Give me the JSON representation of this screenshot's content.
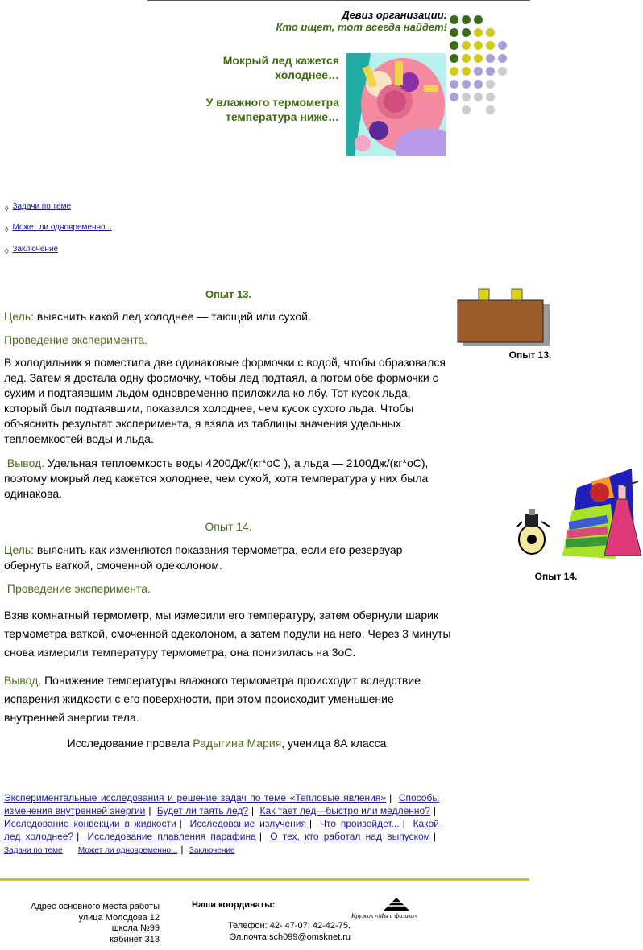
{
  "header": {
    "motto_title": "Девиз организации:",
    "motto_text": "Кто ищет, тот всегда найдет!",
    "tagline_1": "Мокрый лед кажется холоднее…",
    "tagline_2": "У влажного термометра температура ниже…"
  },
  "nav": {
    "items": [
      {
        "label": "Задачи по теме"
      },
      {
        "label": "Может ли одновременно..."
      },
      {
        "label": "Заключение"
      }
    ]
  },
  "exp13": {
    "heading": "Опыт 13.",
    "goal_label": "Цель:",
    "goal_text": " выяснить какой лед холоднее — тающий или сухой.",
    "procedure_label": "Проведение эксперимента.",
    "procedure_text": "В холодильник я поместила две одинаковые формочки с водой, чтобы образовался лед. Затем я достала одну формочку, чтобы лед подтаял, а потом обе формочки с сухим и подтаявшим льдом одновременно приложила ко лбу. Тот кусок льда, который был подтаявшим, показался холоднее, чем кусок сухого льда. Чтобы объяснить результат эксперимента, я взяла из таблицы значения удельных теплоемкостей воды и льда.",
    "conclusion_label": "Вывод.",
    "conclusion_text": " Удельная теплоемкость воды 4200Дж/(кг*оС ), а льда — 2100Дж/(кг*оС), поэтому мокрый лед кажется холоднее, чем сухой, хотя температура у них была одинакова.",
    "caption": "Опыт 13."
  },
  "exp14": {
    "heading": "Опыт 14.",
    "goal_label": "Цель:",
    "goal_text": " выяснить как изменяются показания термометра, если его резервуар обернуть ваткой, смоченной одеколоном.",
    "procedure_label": "Проведение эксперимента.",
    "procedure_text": "Взяв комнатный термометр, мы измерили его температуру, затем обернули шарик термометра ваткой, смоченной одеколоном, а затем подули на него. Через 3 минуты снова измерили температуру термометра, она понизилась на 3оС.",
    "conclusion_label": "Вывод.",
    "conclusion_text": " Понижение температуры влажного термометра происходит вследствие испарения жидкости с его поверхности, при этом происходит уменьшение внутренней энергии тела.",
    "caption": "Опыт 14."
  },
  "author": {
    "prefix": "Исследование провела ",
    "name": "Радыгина Мария",
    "suffix": ", ученица 8А класса."
  },
  "footer": {
    "links": [
      "Экспериментальные исследования и решение задач по теме «Тепловые явления»",
      "Способы изменения внутренней энергии",
      "Будет ли таять лед?",
      "Как тает лед—быстро или медленно?",
      "Исследование конвекции в жидкости",
      "Исследование излучения",
      "Что произойдет...",
      "Какой лед холоднее?",
      "Исследование плавления парафина",
      "О тех, кто работал над выпуском"
    ],
    "small_links": [
      "Задачи по теме",
      "Может ли одновременно...",
      "Заключение"
    ],
    "address_title": "Адрес основного места работы",
    "address_lines": [
      "улица Молодова 12",
      "школа №99",
      "кабинет 313"
    ],
    "coords_title": "Наши координаты:",
    "phone": "Телефон: 42- 47-07; 42-42-75.",
    "email": "Эл.почта:sch099@omsknet.ru",
    "logo_text": "Кружок «Мы и физика»"
  },
  "colors": {
    "green_text": "#4c6b1c",
    "link": "#1c1c8c",
    "olive_rule": "#c8c81c",
    "box_brown": "#9b5a28"
  }
}
